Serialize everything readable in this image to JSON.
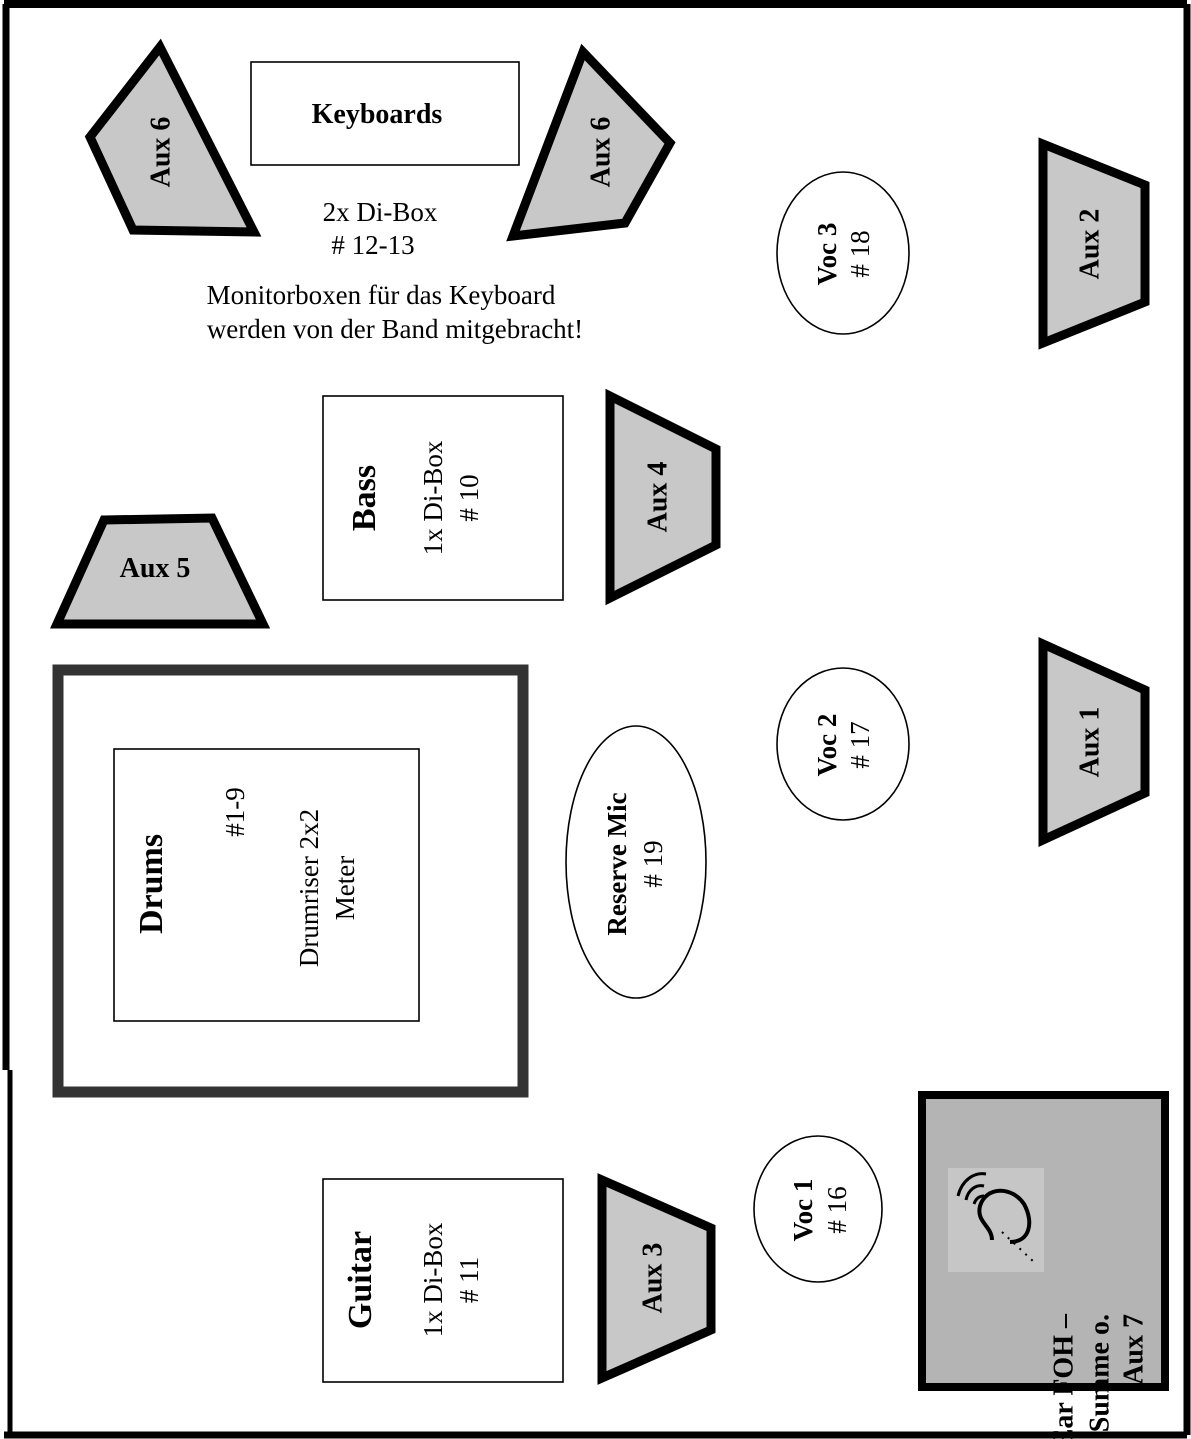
{
  "keyboards": {
    "title": "Keyboards",
    "di_line1": "2x Di-Box",
    "di_line2": "# 12-13",
    "note_line1": "Monitorboxen für das Keyboard",
    "note_line2": "werden von der Band mitgebracht!"
  },
  "bass": {
    "title": "Bass",
    "line1": "1x Di-Box",
    "line2": "# 10"
  },
  "guitar": {
    "title": "Guitar",
    "line1": "1x Di-Box",
    "line2": "# 11"
  },
  "drums": {
    "title": "Drums",
    "channels": "#1-9",
    "line1": "Drumriser 2x2",
    "line2": "Meter"
  },
  "mics": {
    "voc3": {
      "title": "Voc 3",
      "channel": "# 18"
    },
    "voc2": {
      "title": "Voc 2",
      "channel": "# 17"
    },
    "voc1": {
      "title": "Voc 1",
      "channel": "# 16"
    },
    "reserve": {
      "title": "Reserve Mic",
      "channel": "# 19"
    }
  },
  "monitors": {
    "aux6_left": "Aux 6",
    "aux6_right": "Aux 6",
    "aux5": "Aux 5",
    "aux4": "Aux 4",
    "aux3": "Aux 3",
    "aux2": "Aux 2",
    "aux1": "Aux 1"
  },
  "inear": {
    "line1": "In Ear FOH –",
    "line2": "Summe o.",
    "line3": "Aux 7",
    "icon": "ear-icon"
  },
  "colors": {
    "monitor_fill": "#c8c8c8",
    "inear_fill": "#b4b4b4",
    "riser_border": "#333333"
  }
}
